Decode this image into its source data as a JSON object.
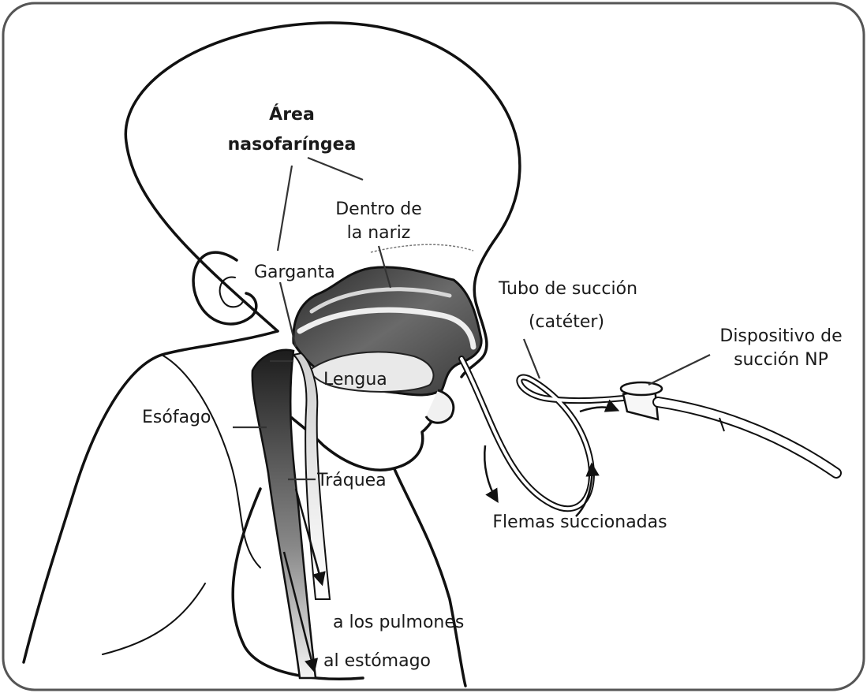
{
  "labels": {
    "nasopharynx_line1": "Área",
    "nasopharynx_line2": "nasofaríngea",
    "inside_nose_line1": "Dentro de",
    "inside_nose_line2": "la nariz",
    "throat": "Garganta",
    "tongue": "Lengua",
    "esophagus": "Esófago",
    "trachea": "Tráquea",
    "to_lungs": "a los pulmones",
    "to_stomach": "al estómago",
    "tube_line1": "Tubo de succión",
    "tube_line2": "(catéter)",
    "device_line1": "Dispositivo de",
    "device_line2": "succión NP",
    "mucus": "Flemas succionadas"
  }
}
